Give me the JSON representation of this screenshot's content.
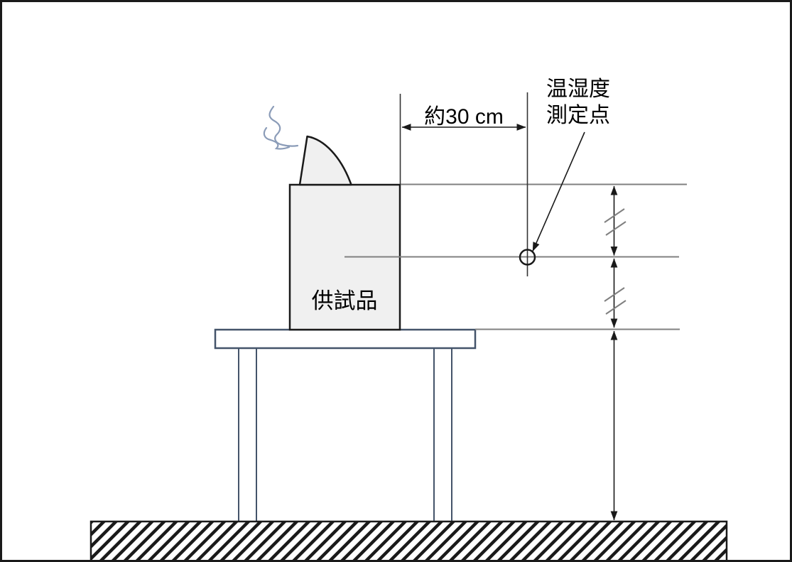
{
  "figure": {
    "type": "technical-measurement-diagram",
    "labels": {
      "specimen": "供試品",
      "distance": "約30 cm",
      "measurement_point_line1": "温湿度",
      "measurement_point_line2": "測定点"
    },
    "colors": {
      "ink": "#1a1a1a",
      "reference_line_gray": "#808080",
      "table_outline_navy": "#44546a",
      "steam_blue_gray": "#8b9cb8",
      "specimen_fill": "#f0f0f0",
      "background": "#ffffff"
    },
    "icons": {
      "steam": "steam-wisps-icon",
      "measurement_point": "circle-crosshair-marker",
      "dimension_break": "double-slash-break-marks",
      "floor": "diagonal-hatch-ground"
    }
  }
}
